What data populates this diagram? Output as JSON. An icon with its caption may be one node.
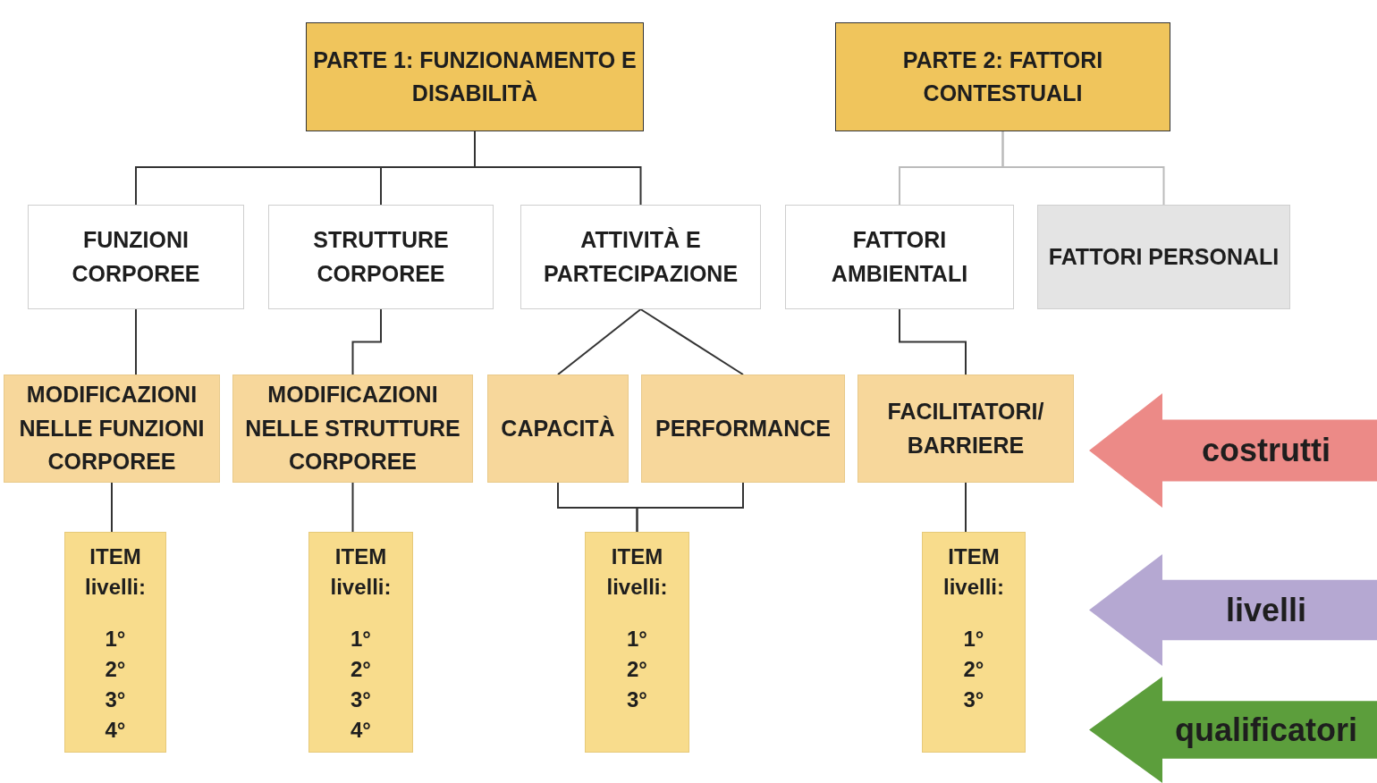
{
  "diagram": {
    "nodes": [
      {
        "text": [
          "PARTE 1: FUNZIONAMENTO E DISABILITÀ"
        ]
      },
      {
        "text": [
          "PARTE 2: FATTORI CONTESTUALI"
        ]
      },
      {
        "text": [
          "FUNZIONI CORPOREE"
        ]
      },
      {
        "text": [
          "STRUTTURE CORPOREE"
        ]
      },
      {
        "text": [
          "ATTIVITÀ E PARTECIPAZIONE"
        ]
      },
      {
        "text": [
          "FATTORI AMBIENTALI"
        ]
      },
      {
        "text": [
          "FATTORI PERSONALI"
        ]
      },
      {
        "text": [
          "MODIFICAZIONI NELLE FUNZIONI CORPOREE"
        ]
      },
      {
        "text": [
          "MODIFICAZIONI NELLE STRUTTURE CORPOREE"
        ]
      },
      {
        "text": [
          "CAPACITÀ"
        ]
      },
      {
        "text": [
          "PERFORMANCE"
        ]
      },
      {
        "text": [
          "FACILITATORI/ BARRIERE"
        ]
      },
      {
        "text": [
          "ITEM",
          "livelli:",
          "1°",
          "2°",
          "3°",
          "4°"
        ]
      },
      {
        "text": [
          "ITEM",
          "livelli:",
          "1°",
          "2°",
          "3°",
          "4°"
        ]
      },
      {
        "text": [
          "ITEM",
          "livelli:",
          "1°",
          "2°",
          "3°"
        ]
      },
      {
        "text": [
          "ITEM",
          "livelli:",
          "1°",
          "2°",
          "3°"
        ]
      },
      {
        "text": [
          "costrutti"
        ]
      },
      {
        "text": [
          "livelli"
        ]
      },
      {
        "text": [
          "qualificatori"
        ]
      }
    ],
    "edges": [
      {
        "from": 0,
        "to": 2,
        "arrow": "none"
      },
      {
        "from": 0,
        "to": 3,
        "arrow": "none"
      },
      {
        "from": 0,
        "to": 4,
        "arrow": "none"
      },
      {
        "from": 1,
        "to": 5,
        "arrow": "none",
        "color": "#bbbbbb"
      },
      {
        "from": 1,
        "to": 6,
        "arrow": "none",
        "color": "#bbbbbb"
      },
      {
        "from": 2,
        "to": 7,
        "arrow": "none"
      },
      {
        "from": 3,
        "to": 8,
        "arrow": "none"
      },
      {
        "from": 4,
        "to": 9,
        "arrow": "none"
      },
      {
        "from": 4,
        "to": 10,
        "arrow": "none"
      },
      {
        "from": 5,
        "to": 11,
        "arrow": "none"
      },
      {
        "from": 7,
        "to": 12,
        "arrow": "none"
      },
      {
        "from": 8,
        "to": 13,
        "arrow": "none"
      },
      {
        "from": 9,
        "to": 14,
        "arrow": "none"
      },
      {
        "from": 10,
        "to": 14,
        "arrow": "none"
      },
      {
        "from": 11,
        "to": 15,
        "arrow": "none"
      }
    ]
  }
}
